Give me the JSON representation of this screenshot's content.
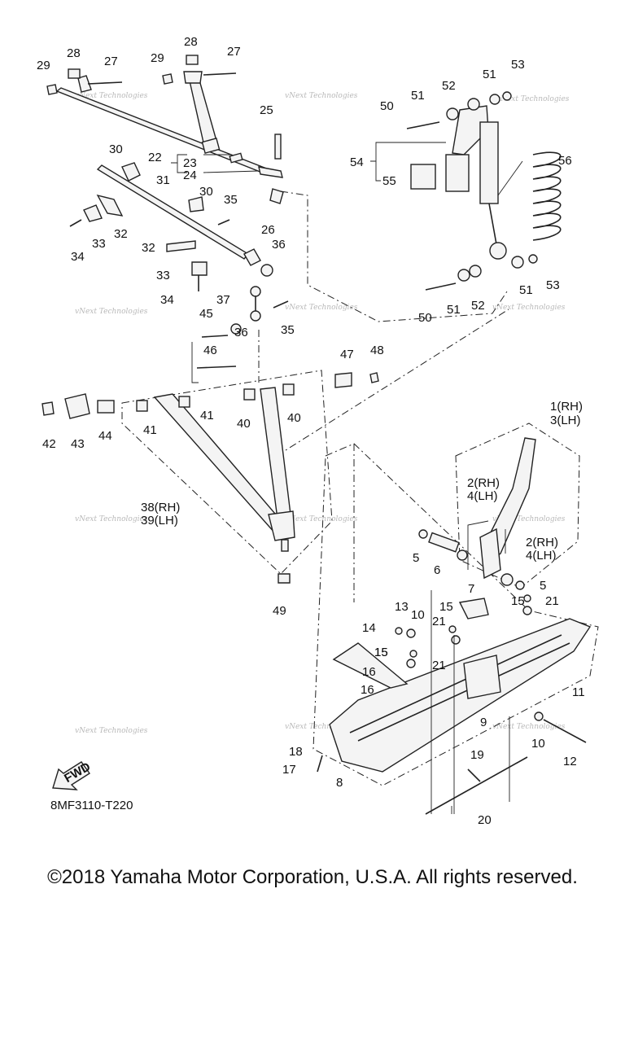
{
  "diagram": {
    "code": "8MF3110-T220",
    "fwd_label": "FWD",
    "watermark": "vNext Technologies",
    "callouts": [
      "1(RH)",
      "3(LH)",
      "2(RH)",
      "4(LH)",
      "2(RH)",
      "4(LH)",
      "5",
      "5",
      "6",
      "7",
      "8",
      "9",
      "10",
      "10",
      "11",
      "12",
      "13",
      "14",
      "15",
      "15",
      "15",
      "15",
      "16",
      "16",
      "17",
      "18",
      "19",
      "20",
      "21",
      "21",
      "21",
      "22",
      "23",
      "24",
      "25",
      "26",
      "27",
      "27",
      "28",
      "28",
      "29",
      "29",
      "30",
      "30",
      "31",
      "32",
      "32",
      "33",
      "33",
      "34",
      "34",
      "35",
      "35",
      "36",
      "36",
      "37",
      "38(RH)",
      "39(LH)",
      "40",
      "40",
      "41",
      "41",
      "42",
      "43",
      "44",
      "45",
      "46",
      "47",
      "48",
      "49",
      "50",
      "50",
      "51",
      "51",
      "51",
      "51",
      "52",
      "52",
      "53",
      "53",
      "54",
      "55",
      "56"
    ]
  },
  "footer": {
    "copyright": "©2018 Yamaha Motor Corporation, U.S.A. All rights reserved."
  }
}
